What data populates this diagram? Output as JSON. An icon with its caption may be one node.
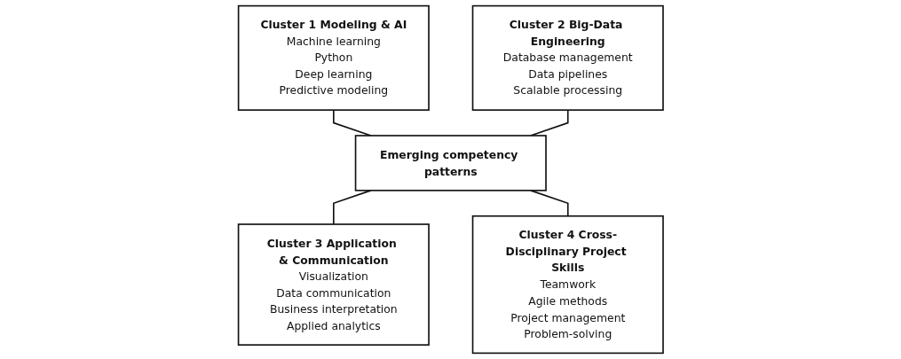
{
  "diagram": {
    "nodes": [
      {
        "text": [
          "Cluster 1 Modeling & AI",
          "Machine learning",
          "Python",
          "Deep learning",
          "Predictive modeling"
        ]
      },
      {
        "text": [
          "Cluster 2 Big-Data Engineering",
          "Database management",
          "Data pipelines",
          "Scalable processing"
        ]
      },
      {
        "text": [
          "Emerging competency patterns"
        ]
      },
      {
        "text": [
          "Cluster 3 Application & Communication",
          "Visualization",
          "Data communication",
          "Business interpretation",
          "Applied analytics"
        ]
      },
      {
        "text": [
          "Cluster 4 Cross-Disciplinary Project Skills",
          "Teamwork",
          "Agile methods",
          "Project management",
          "Problem-solving"
        ]
      }
    ],
    "edges": [
      {
        "from": 0,
        "to": 2,
        "arrow": "none"
      },
      {
        "from": 1,
        "to": 2,
        "arrow": "none"
      },
      {
        "from": 2,
        "to": 3,
        "arrow": "none"
      },
      {
        "from": 2,
        "to": 4,
        "arrow": "none"
      }
    ]
  }
}
